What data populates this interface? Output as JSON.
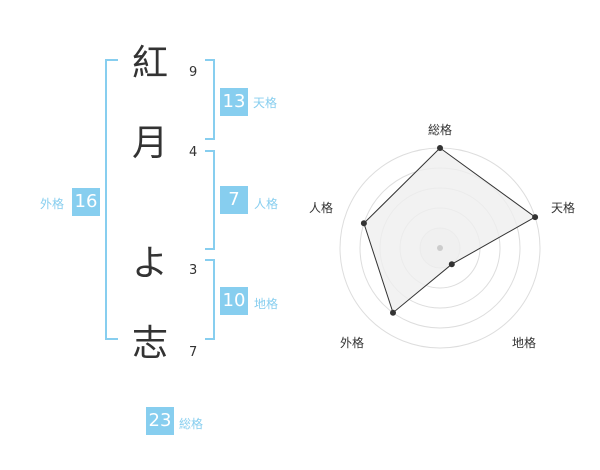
{
  "name": {
    "characters": [
      {
        "char": "紅",
        "strokes": "9"
      },
      {
        "char": "月",
        "strokes": "4"
      },
      {
        "char": "よ",
        "strokes": "3"
      },
      {
        "char": "志",
        "strokes": "7"
      }
    ]
  },
  "fortune": {
    "tenkaku": {
      "value": "13",
      "label": "天格"
    },
    "jinkaku": {
      "value": "7",
      "label": "人格"
    },
    "chikaku": {
      "value": "10",
      "label": "地格"
    },
    "gaikaku": {
      "value": "16",
      "label": "外格"
    },
    "soukaku": {
      "value": "23",
      "label": "総格"
    }
  },
  "radar": {
    "labels": {
      "soukaku": "総格",
      "tenkaku": "天格",
      "chikaku": "地格",
      "gaikaku": "外格",
      "jinkaku": "人格"
    },
    "scores": [
      {
        "key": "soukaku",
        "value": 1.0
      },
      {
        "key": "tenkaku",
        "value": 1.0
      },
      {
        "key": "chikaku",
        "value": 0.2
      },
      {
        "key": "gaikaku",
        "value": 0.8
      },
      {
        "key": "jinkaku",
        "value": 0.8
      }
    ],
    "rings": 5
  },
  "colors": {
    "accent": "#87ceef",
    "text": "#333333",
    "radar_fill": "#efefef",
    "radar_grid": "#dddddd"
  }
}
